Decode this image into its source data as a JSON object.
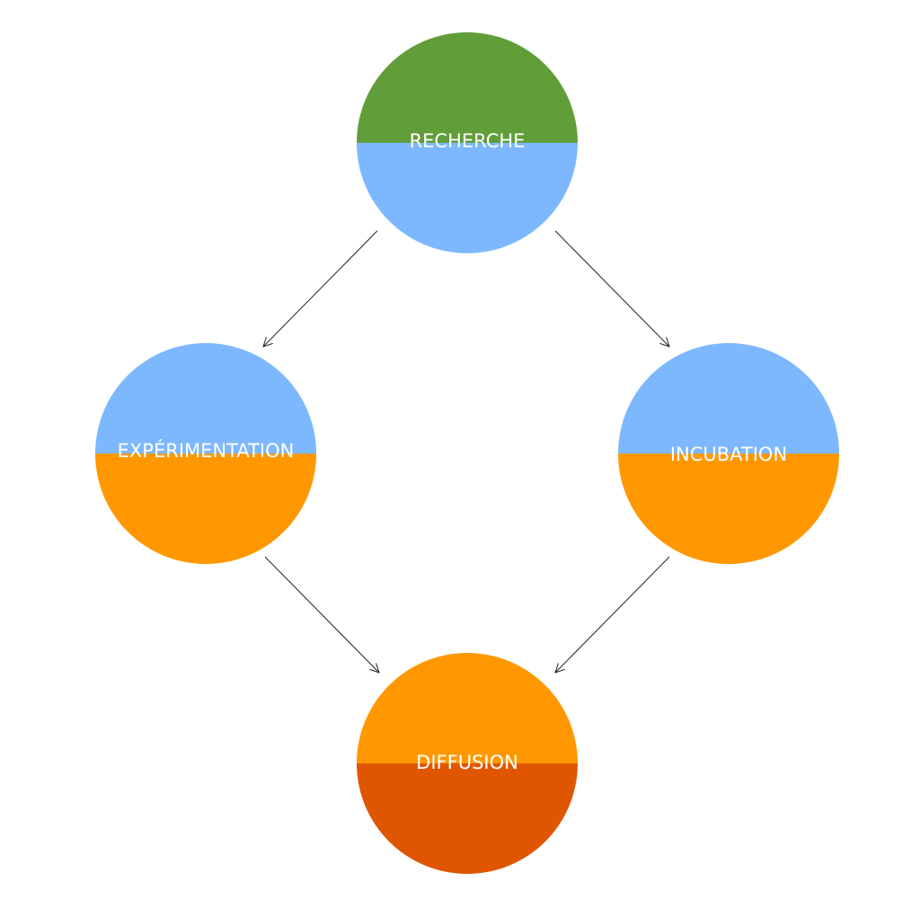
{
  "nodes": [
    {
      "id": "recherche",
      "label": "RECHERCHE",
      "top_color": "#619E3A",
      "bottom_color": "#7DB8FF"
    },
    {
      "id": "experimentation",
      "label": "EXPÉRIMENTATION",
      "top_color": "#7DB8FF",
      "bottom_color": "#FF9800"
    },
    {
      "id": "incubation",
      "label": "INCUBATION",
      "top_color": "#7DB8FF",
      "bottom_color": "#FF9800"
    },
    {
      "id": "diffusion",
      "label": "DIFFUSION",
      "top_color": "#FF9800",
      "bottom_color": "#E05600"
    }
  ],
  "edges": [
    {
      "from": "recherche",
      "to": "experimentation"
    },
    {
      "from": "recherche",
      "to": "incubation"
    },
    {
      "from": "experimentation",
      "to": "diffusion"
    },
    {
      "from": "incubation",
      "to": "diffusion"
    }
  ],
  "colors": {
    "arrow": "#222222",
    "label": "#FFFFFF"
  }
}
